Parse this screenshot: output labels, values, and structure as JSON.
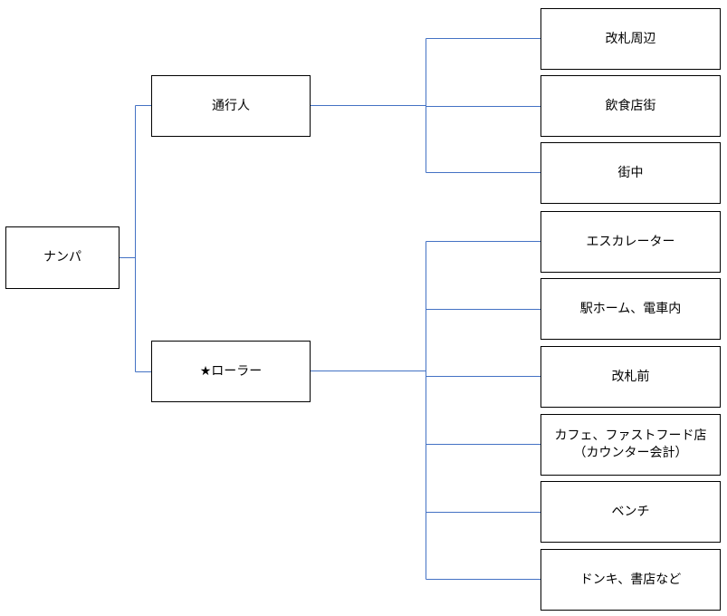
{
  "diagram": {
    "root": {
      "label": "ナンパ"
    },
    "branches": [
      {
        "label": "通行人",
        "children": [
          "改札周辺",
          "飲食店街",
          "街中"
        ]
      },
      {
        "label": "★ローラー",
        "children": [
          "エスカレーター",
          "駅ホーム、電車内",
          "改札前",
          "カフェ、ファストフード店\n（カウンター会計）",
          "ベンチ",
          "ドンキ、書店など"
        ]
      }
    ],
    "connector_color": "#4472c4"
  }
}
